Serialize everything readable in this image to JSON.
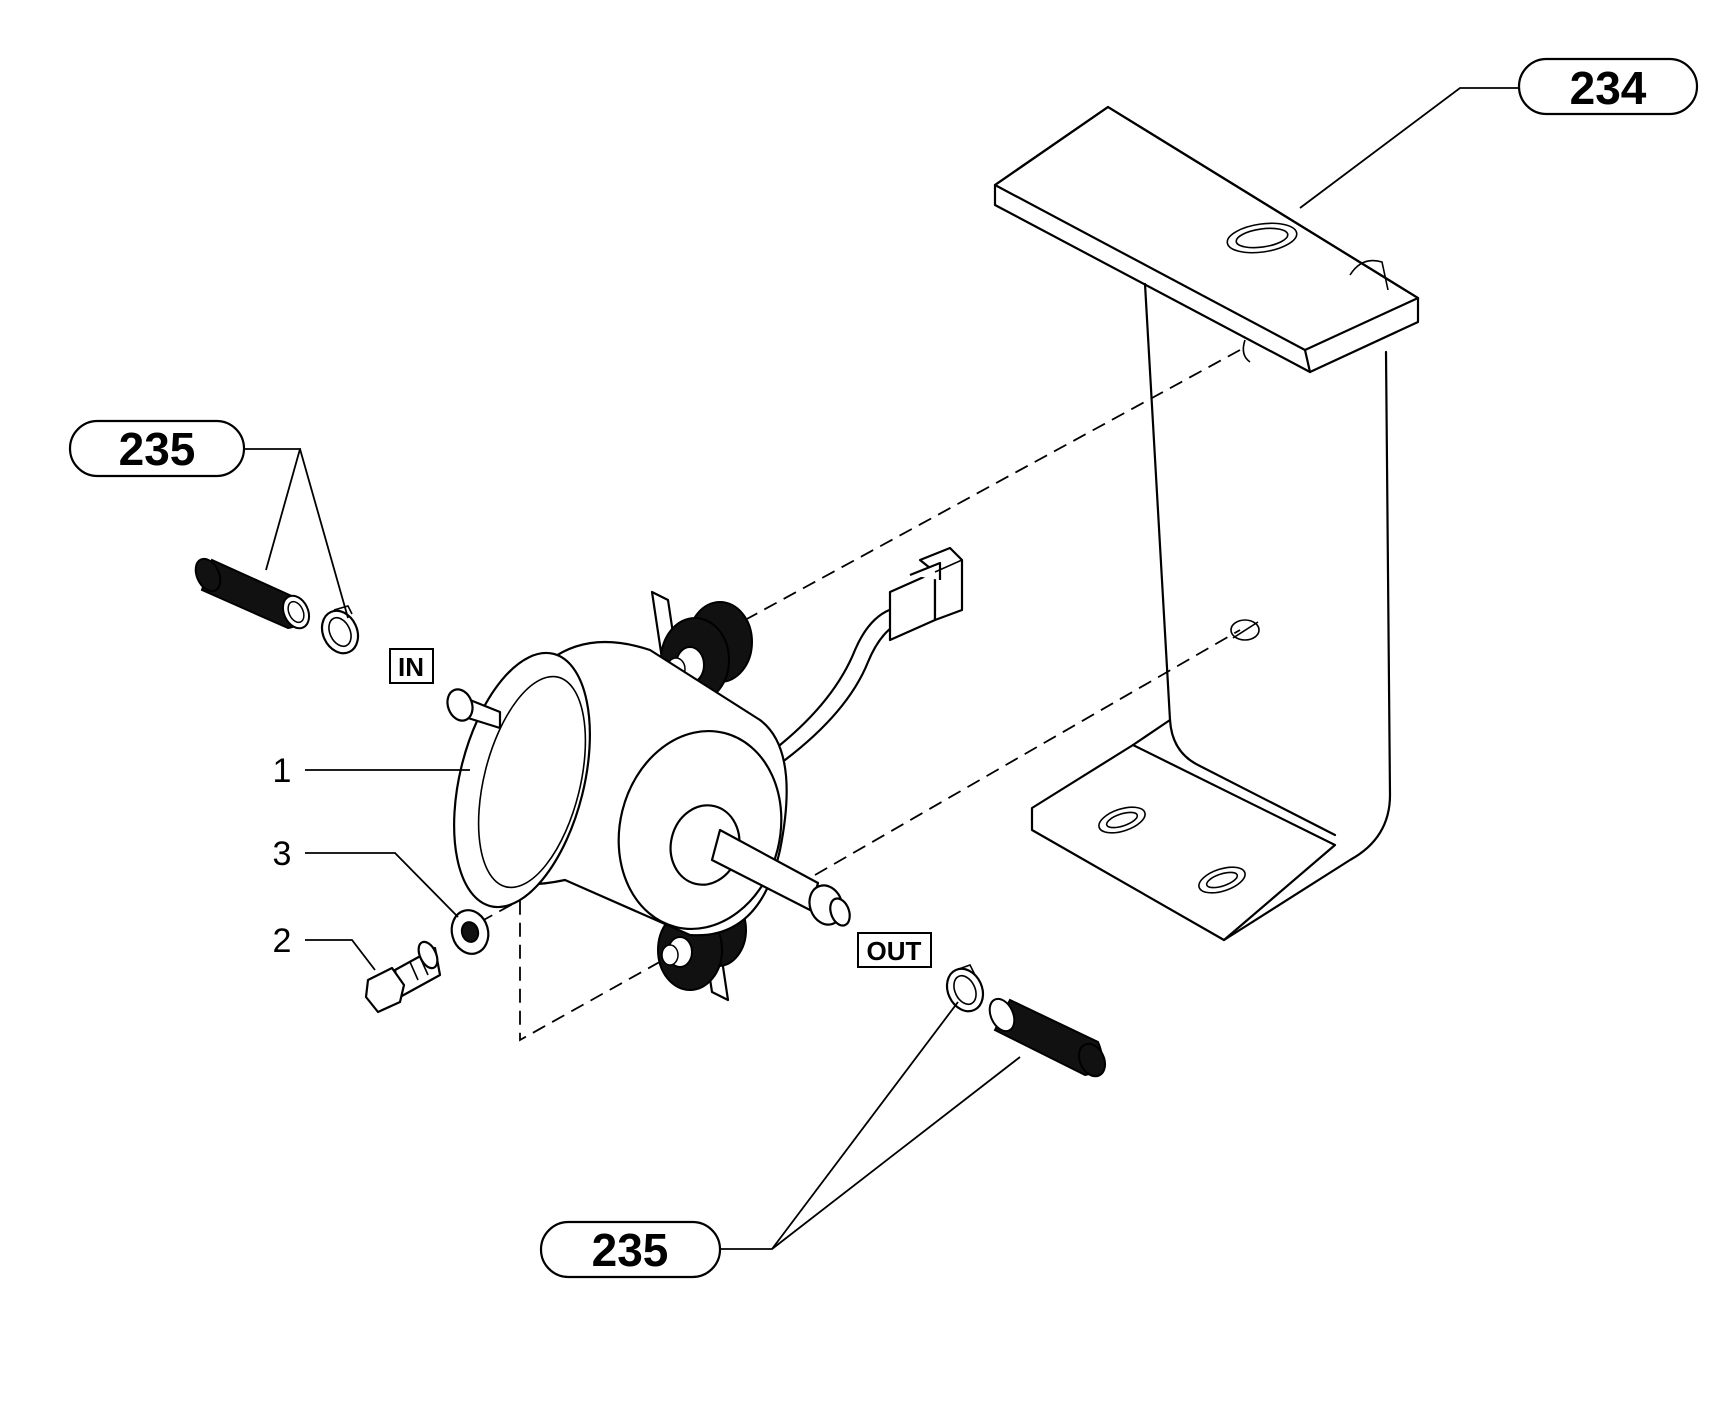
{
  "callouts": {
    "bracket_ref": "234",
    "hose_ref_top": "235",
    "hose_ref_bottom": "235"
  },
  "item_numbers": {
    "pump": "1",
    "bolt": "2",
    "washer": "3"
  },
  "port_labels": {
    "inlet": "IN",
    "outlet": "OUT"
  },
  "colors": {
    "line": "#000000",
    "background": "#ffffff"
  }
}
